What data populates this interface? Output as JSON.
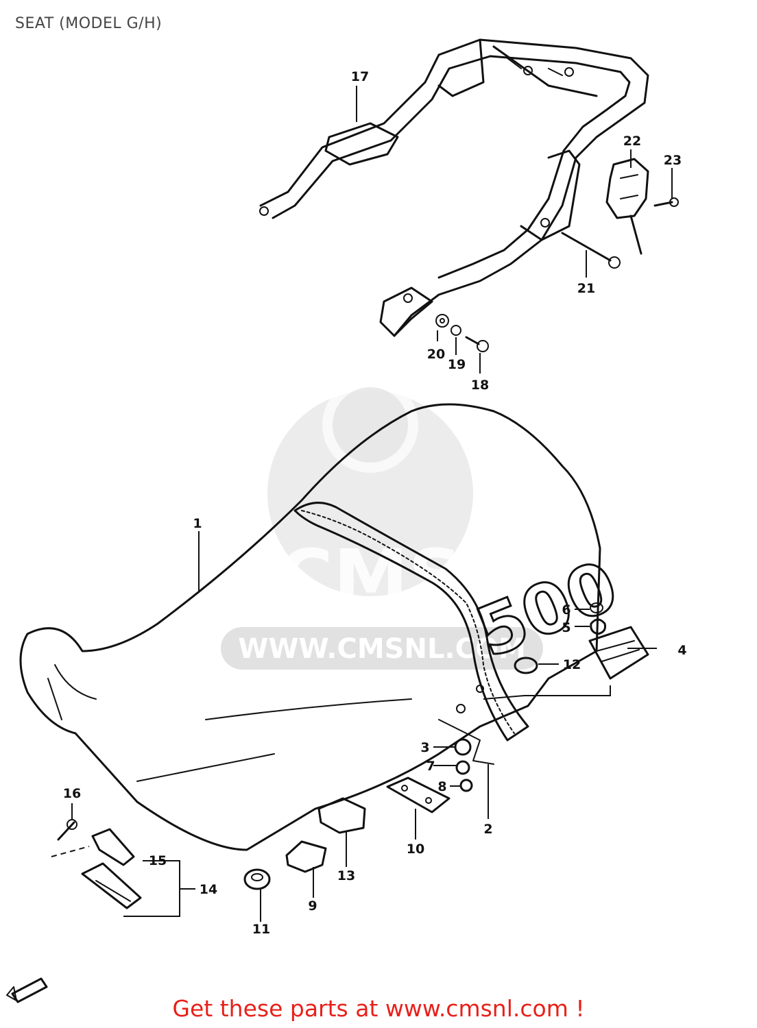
{
  "title": "SEAT (MODEL G/H)",
  "footer": "Get these parts at www.cmsnl.com !",
  "watermark": {
    "brand": "CMS",
    "url": "WWW.CMSNL.COM"
  },
  "seat_decal": "500",
  "colors": {
    "line": "#111111",
    "footer": "#e8201a",
    "watermark": "#dcdcdc",
    "title": "#444444"
  },
  "part_labels": {
    "p1": "1",
    "p2": "2",
    "p3": "3",
    "p4": "4",
    "p5": "5",
    "p6": "6",
    "p7": "7",
    "p8": "8",
    "p9": "9",
    "p10": "10",
    "p11": "11",
    "p12": "12",
    "p13": "13",
    "p14": "14",
    "p15": "15",
    "p16": "16",
    "p17": "17",
    "p18": "18",
    "p19": "19",
    "p20": "20",
    "p21": "21",
    "p22": "22",
    "p23": "23"
  },
  "icons": [
    "front-arrow-icon"
  ]
}
